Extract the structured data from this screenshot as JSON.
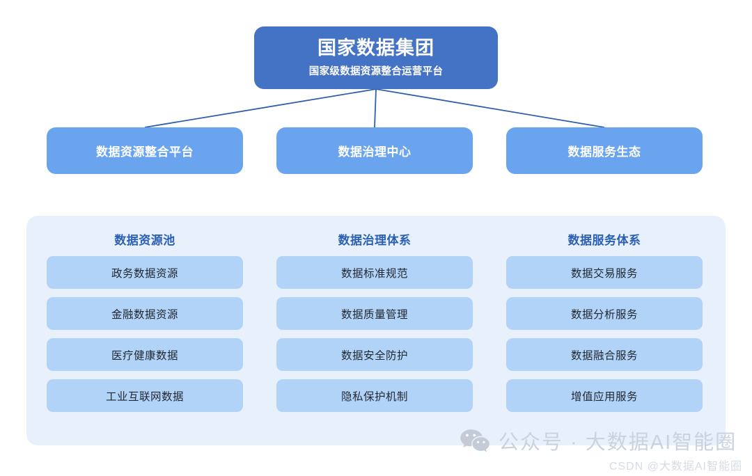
{
  "root": {
    "title": "国家数据集团",
    "subtitle": "国家级数据资源整合运营平台",
    "color": "#4472C4"
  },
  "level2": {
    "color": "#6AA4EE",
    "nodes": [
      {
        "label": "数据资源整合平台"
      },
      {
        "label": "数据治理中心"
      },
      {
        "label": "数据服务生态"
      }
    ]
  },
  "panel": {
    "background": "#E8F1FB",
    "item_color": "#B2D3F8",
    "title_color": "#2A5FB4",
    "columns": [
      {
        "title": "数据资源池",
        "items": [
          "政务数据资源",
          "金融数据资源",
          "医疗健康数据",
          "工业互联网数据"
        ]
      },
      {
        "title": "数据治理体系",
        "items": [
          "数据标准规范",
          "数据质量管理",
          "数据安全防护",
          "隐私保护机制"
        ]
      },
      {
        "title": "数据服务体系",
        "items": [
          "数据交易服务",
          "数据分析服务",
          "数据融合服务",
          "增值应用服务"
        ]
      }
    ]
  },
  "watermark": {
    "icon": "wechat-icon",
    "text": "公众号 · 大数据AI智能圈",
    "subtext": "CSDN @大数据AI智能圈"
  },
  "connectors": {
    "color": "#2E5FAC"
  }
}
